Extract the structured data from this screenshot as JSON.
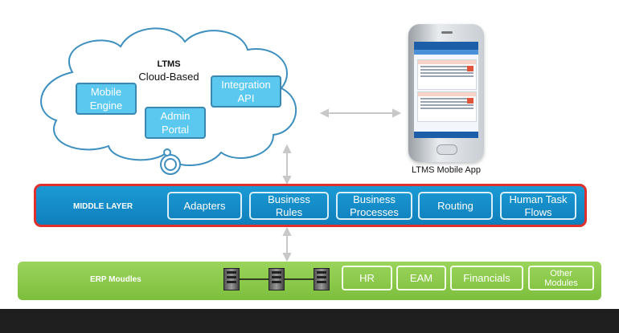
{
  "cloud": {
    "title_line1": "LTMS",
    "title_line2": "Cloud-Based",
    "components": [
      {
        "label": "Mobile Engine"
      },
      {
        "label": "Admin Portal"
      },
      {
        "label": "Integration API"
      }
    ]
  },
  "mobile": {
    "label": "LTMS Mobile App"
  },
  "middle_layer": {
    "label": "MIDDLE LAYER",
    "items": [
      {
        "label": "Adapters"
      },
      {
        "label": "Business Rules"
      },
      {
        "label": "Business Processes"
      },
      {
        "label": "Routing"
      },
      {
        "label": "Human Task Flows"
      }
    ]
  },
  "erp": {
    "label": "ERP Moudles",
    "items": [
      {
        "label": "HR"
      },
      {
        "label": "EAM"
      },
      {
        "label": "Financials"
      },
      {
        "label": "Other Modules"
      }
    ]
  },
  "colors": {
    "cloud_box": "#5bc8f0",
    "middle_layer": "#1b9ad4",
    "middle_border": "#e0302e",
    "erp": "#8cc94a"
  }
}
